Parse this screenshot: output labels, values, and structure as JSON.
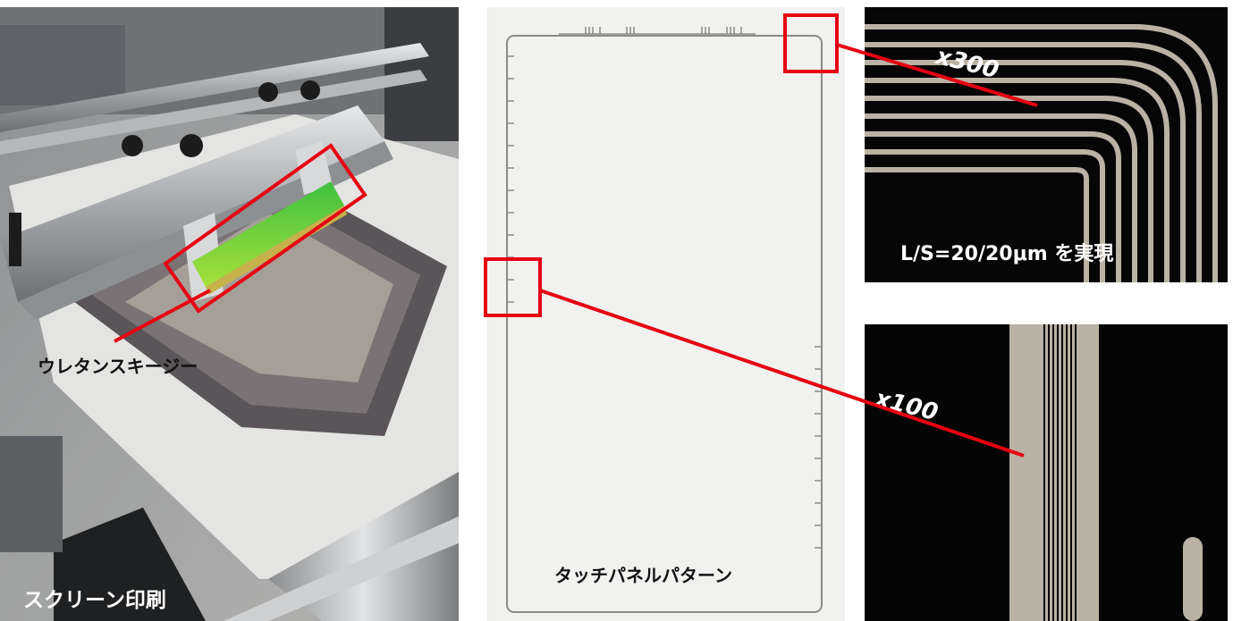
{
  "captions": {
    "urethane_squeegee": "ウレタンスキージー",
    "screen_printing": "スクリーン印刷",
    "touch_panel_pattern": "タッチパネルパターン",
    "ls_achieved": "L/S=20/20μm を実現",
    "magnification_300": "x300",
    "magnification_100": "x100"
  },
  "colors": {
    "highlight": "#e60012",
    "conductive_line": "#b9b2a5",
    "micro_background": "#050505"
  }
}
